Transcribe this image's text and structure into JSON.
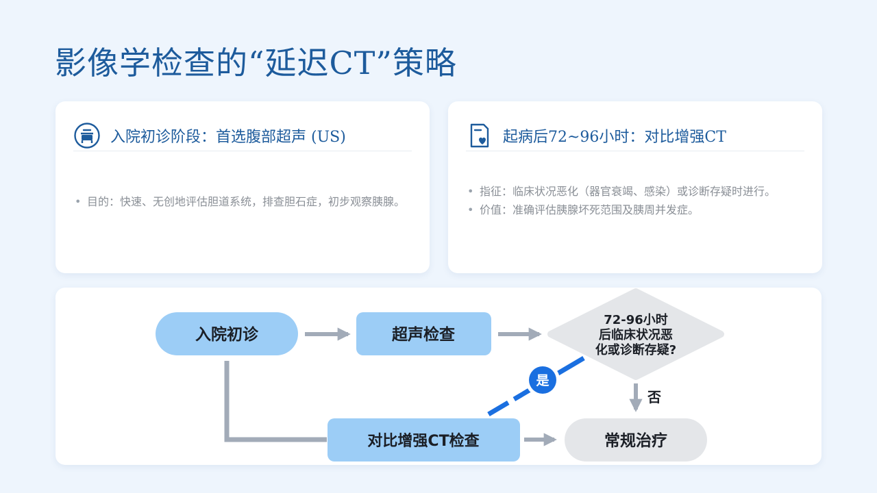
{
  "title": "影像学检查的“延迟CT”策略",
  "cards": [
    {
      "icon": "hospital-bed-icon",
      "heading": "入院初诊阶段：首选腹部超声 (US)",
      "bullets": [
        "目的：快速、无创地评估胆道系统，排查胆石症，初步观察胰腺。"
      ]
    },
    {
      "icon": "medical-report-heart-icon",
      "heading": "起病后72~96小时：对比增强CT",
      "bullets": [
        "指征：临床状况恶化（器官衰竭、感染）或诊断存疑时进行。",
        "价值：准确评估胰腺坏死范围及胰周并发症。"
      ]
    }
  ],
  "flow": {
    "nodes": {
      "admission": "入院初诊",
      "ultrasound": "超声检查",
      "decision_lines": [
        "72-96小时",
        "后临床状况恶",
        "化或诊断存疑?"
      ],
      "ct": "对比增强CT检查",
      "routine": "常规治疗"
    },
    "edge_labels": {
      "yes": "是",
      "no": "否"
    }
  },
  "colors": {
    "title": "#1d5b9c",
    "background": "#eef5fd",
    "node_blue": "#9ccdf6",
    "node_gray": "#e4e6e9",
    "arrow_gray": "#a2abb8",
    "yes_line": "#1a6fe0"
  }
}
